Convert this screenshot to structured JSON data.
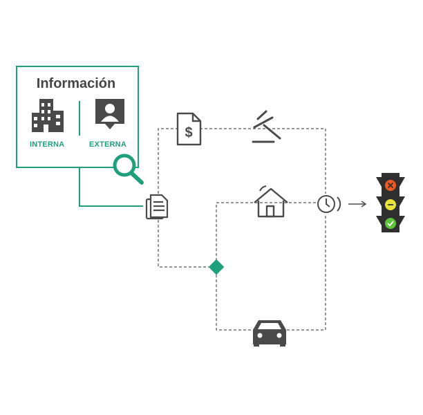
{
  "info_panel": {
    "title": "Información",
    "internal_label": "INTERNA",
    "external_label": "EXTERNA",
    "internal_icon": "office-building-icon",
    "external_icon": "user-profile-pin-icon",
    "search_icon": "magnifier-icon"
  },
  "flow": {
    "nodes": [
      {
        "id": "documents",
        "icon": "documents-stack-icon"
      },
      {
        "id": "invoice",
        "icon": "dollar-document-icon"
      },
      {
        "id": "legal",
        "icon": "gavel-icon"
      },
      {
        "id": "property",
        "icon": "house-icon"
      },
      {
        "id": "decision",
        "icon": "diamond-icon"
      },
      {
        "id": "vehicle",
        "icon": "car-icon"
      },
      {
        "id": "timing",
        "icon": "clock-icon"
      },
      {
        "id": "result",
        "icon": "traffic-light-icon"
      }
    ],
    "traffic_light_states": [
      "reject",
      "pending",
      "approve"
    ]
  },
  "colors": {
    "accent": "#1f9f7c",
    "icon": "#4a4a4a",
    "line": "#555555",
    "light_body": "#2f2f2f",
    "red": "#f15a24",
    "yellow": "#e8e23a",
    "green": "#5ec43a"
  }
}
